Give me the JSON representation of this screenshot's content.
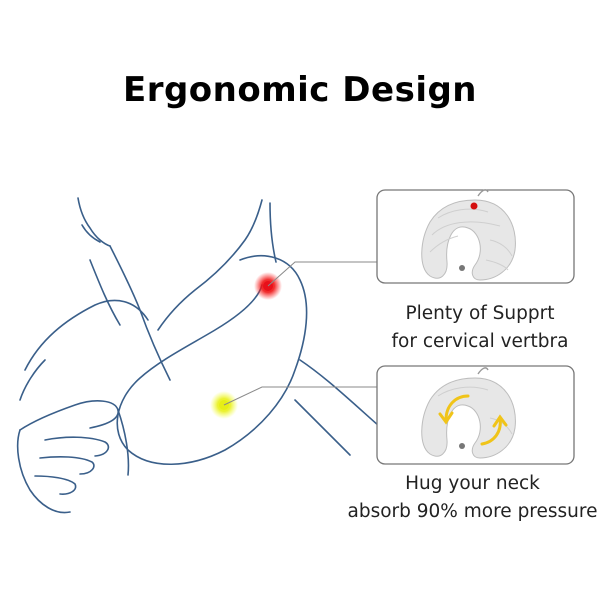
{
  "title": "Ergonomic Design",
  "callouts": [
    {
      "line1": "Plenty of Supprt",
      "line2": "for cervical vertbra",
      "dot_color": "#e8101a"
    },
    {
      "line1": "Hug your neck",
      "line2": "absorb 90% more pressure",
      "dot_color": "#e6ee16"
    }
  ],
  "colors": {
    "outline": "#3a5f8a",
    "pillow": "#e7e7e7",
    "pillow_stripe": "#cfcfcf",
    "arrow": "#f0c419",
    "box_border": "#777777",
    "leader_line": "#8a8a8a"
  }
}
